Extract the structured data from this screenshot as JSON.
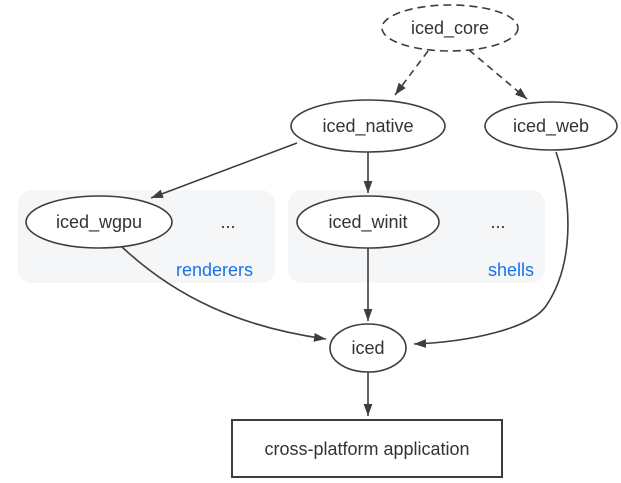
{
  "colors": {
    "stroke": "#3d3d3d",
    "text": "#333333",
    "group_bg": "#f4f6f8",
    "group_label": "#1a73e8",
    "background": "#ffffff"
  },
  "nodes": {
    "iced_core": {
      "label": "iced_core",
      "shape": "ellipse-dashed"
    },
    "iced_native": {
      "label": "iced_native",
      "shape": "ellipse"
    },
    "iced_web": {
      "label": "iced_web",
      "shape": "ellipse"
    },
    "iced_wgpu": {
      "label": "iced_wgpu",
      "shape": "ellipse"
    },
    "iced_winit": {
      "label": "iced_winit",
      "shape": "ellipse"
    },
    "iced": {
      "label": "iced",
      "shape": "ellipse"
    },
    "app": {
      "label": "cross-platform application",
      "shape": "rect"
    }
  },
  "groups": {
    "renderers": {
      "label": "renderers",
      "ellipsis": "...",
      "contains": [
        "iced_wgpu"
      ]
    },
    "shells": {
      "label": "shells",
      "ellipsis": "...",
      "contains": [
        "iced_winit"
      ]
    }
  },
  "edges": [
    {
      "from": "iced_core",
      "to": "iced_native",
      "style": "dashed"
    },
    {
      "from": "iced_core",
      "to": "iced_web",
      "style": "dashed"
    },
    {
      "from": "iced_native",
      "to": "iced_wgpu",
      "style": "solid"
    },
    {
      "from": "iced_native",
      "to": "iced_winit",
      "style": "solid"
    },
    {
      "from": "iced_wgpu",
      "to": "iced",
      "style": "solid"
    },
    {
      "from": "iced_winit",
      "to": "iced",
      "style": "solid"
    },
    {
      "from": "iced_web",
      "to": "iced",
      "style": "solid"
    },
    {
      "from": "iced",
      "to": "app",
      "style": "solid"
    }
  ]
}
